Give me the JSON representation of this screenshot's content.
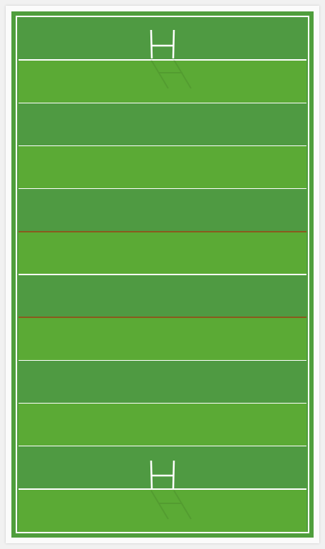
{
  "pitch": {
    "colors": {
      "surround": "#4f9e3c",
      "stripe_dark": "#4f9a42",
      "stripe_light": "#5baa35",
      "line": "#ffffff",
      "ten_metre_line": "#8a5a1e",
      "frame": "#fbfbfb",
      "background": "#f1f1f1"
    },
    "stripes": [
      "dark",
      "light",
      "dark",
      "light",
      "dark",
      "light",
      "dark",
      "light",
      "dark",
      "light",
      "dark",
      "light"
    ],
    "lines": [
      {
        "name": "top-try-line",
        "style": "solid"
      },
      {
        "name": "line-2",
        "style": "thin"
      },
      {
        "name": "line-3",
        "style": "thin"
      },
      {
        "name": "line-4",
        "style": "thin"
      },
      {
        "name": "top-ten-line",
        "style": "brown"
      },
      {
        "name": "halfway-line",
        "style": "solid"
      },
      {
        "name": "bottom-ten-line",
        "style": "brown"
      },
      {
        "name": "line-8",
        "style": "thin"
      },
      {
        "name": "line-9",
        "style": "thin"
      },
      {
        "name": "line-10",
        "style": "thin"
      },
      {
        "name": "bottom-try-line",
        "style": "solid"
      }
    ],
    "goalposts": [
      {
        "name": "top-goalpost",
        "end": "top"
      },
      {
        "name": "bottom-goalpost",
        "end": "bottom"
      }
    ]
  }
}
